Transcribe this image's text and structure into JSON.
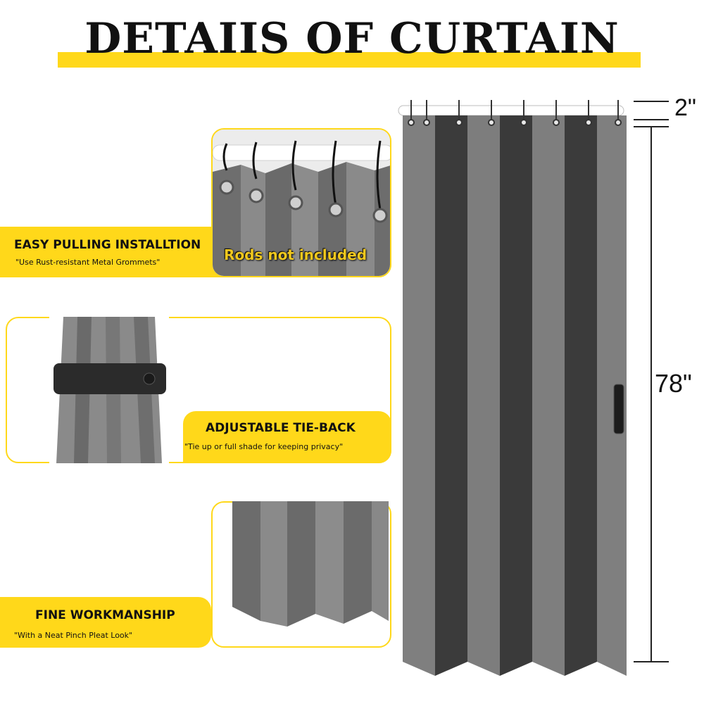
{
  "header": {
    "title": "DETAIIS OF CURTAIN"
  },
  "features": [
    {
      "heading": "EASY PULLING INSTALLTION",
      "note": "\"Use Rust-resistant Metal Grommets\"",
      "badge": "Rods not included"
    },
    {
      "heading": "ADJUSTABLE TIE-BACK",
      "note": "\"Tie up or full shade for keeping privacy\""
    },
    {
      "heading": "FINE WORKMANSHIP",
      "note": "\"With a Neat Pinch Pleat Look\""
    }
  ],
  "dimensions": {
    "top": "2\"",
    "height": "78\""
  },
  "colors": {
    "accent": "#ffd81a",
    "fabric_light": "#7d7d7d",
    "fabric_dark": "#3a3a3a"
  }
}
